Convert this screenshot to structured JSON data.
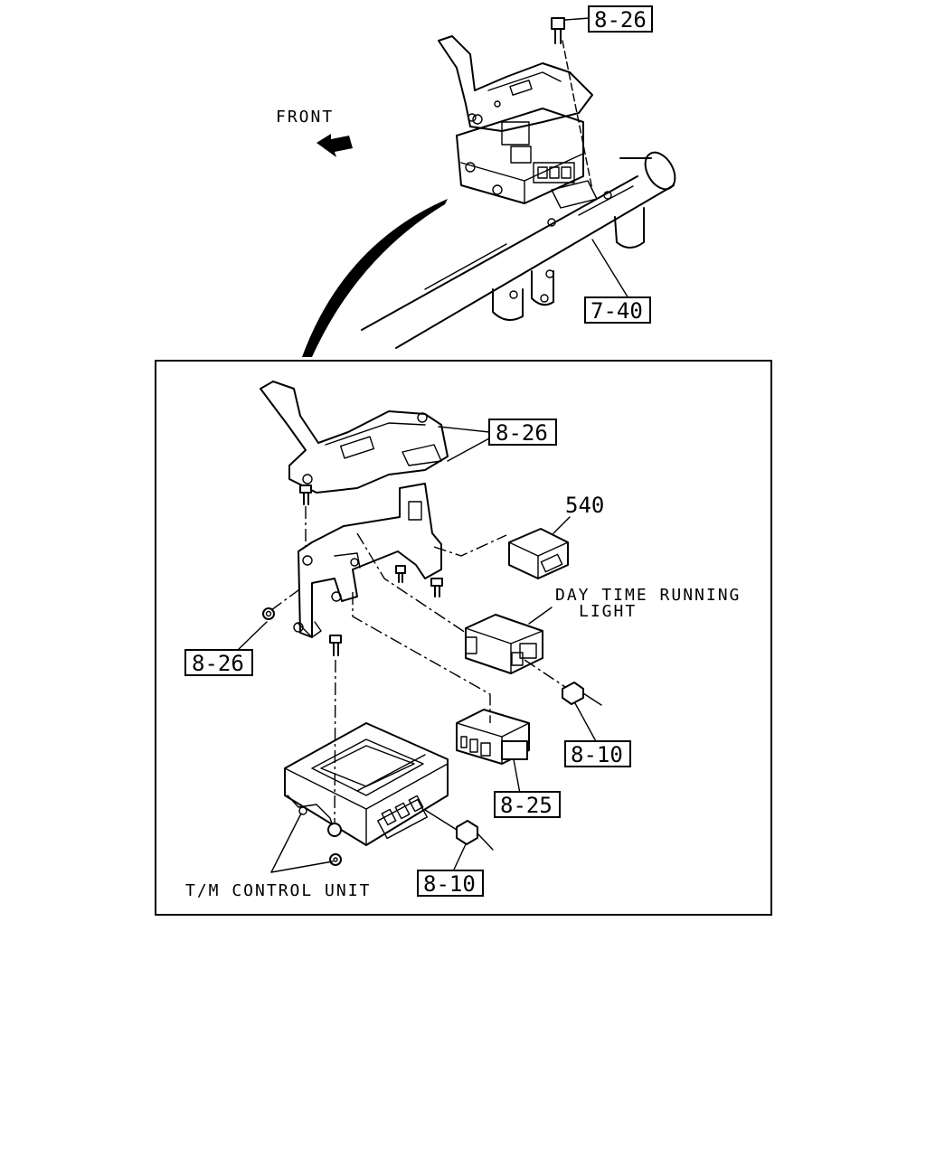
{
  "labels": {
    "front": "FRONT",
    "dtrl_line1": "DAY TIME RUNNING",
    "dtrl_line2": "LIGHT",
    "tm_control_unit": "T/M CONTROL UNIT"
  },
  "callouts": {
    "top_826": "8-26",
    "ref_740": "7-40",
    "detail_826_top": "8-26",
    "part_540": "540",
    "detail_826_left": "8-26",
    "ref_810_right": "8-10",
    "ref_825": "8-25",
    "ref_810_bottom": "8-10"
  }
}
